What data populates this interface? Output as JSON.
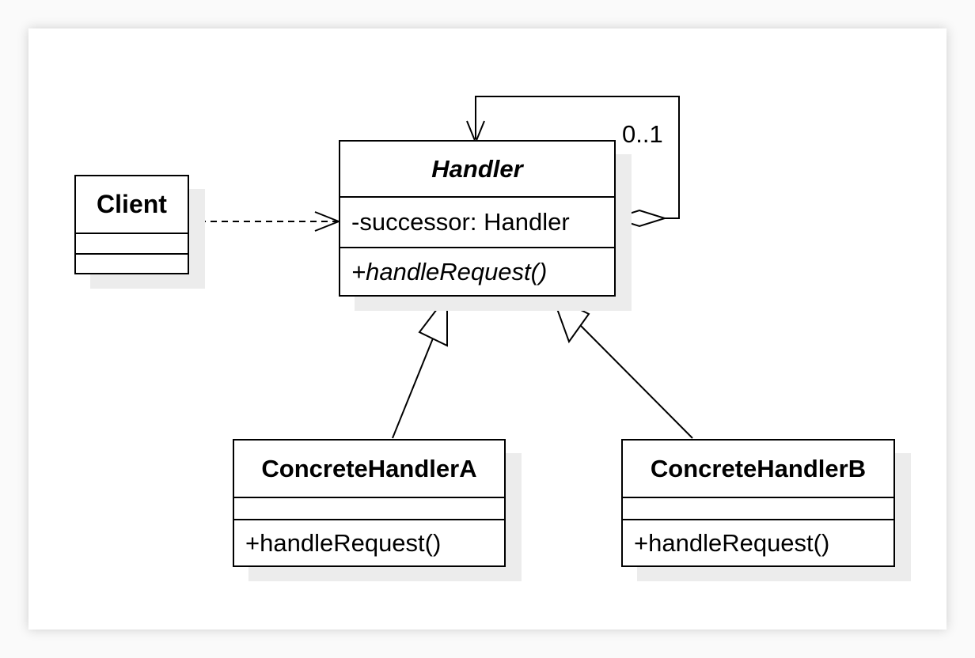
{
  "classes": {
    "client": {
      "name": "Client"
    },
    "handler": {
      "name": "Handler",
      "attribute": "-successor: Handler",
      "operation": "+handleRequest()"
    },
    "concrete_a": {
      "name": "ConcreteHandlerA",
      "operation": "+handleRequest()"
    },
    "concrete_b": {
      "name": "ConcreteHandlerB",
      "operation": "+handleRequest()"
    }
  },
  "associations": {
    "successor_multiplicity": "0..1"
  }
}
